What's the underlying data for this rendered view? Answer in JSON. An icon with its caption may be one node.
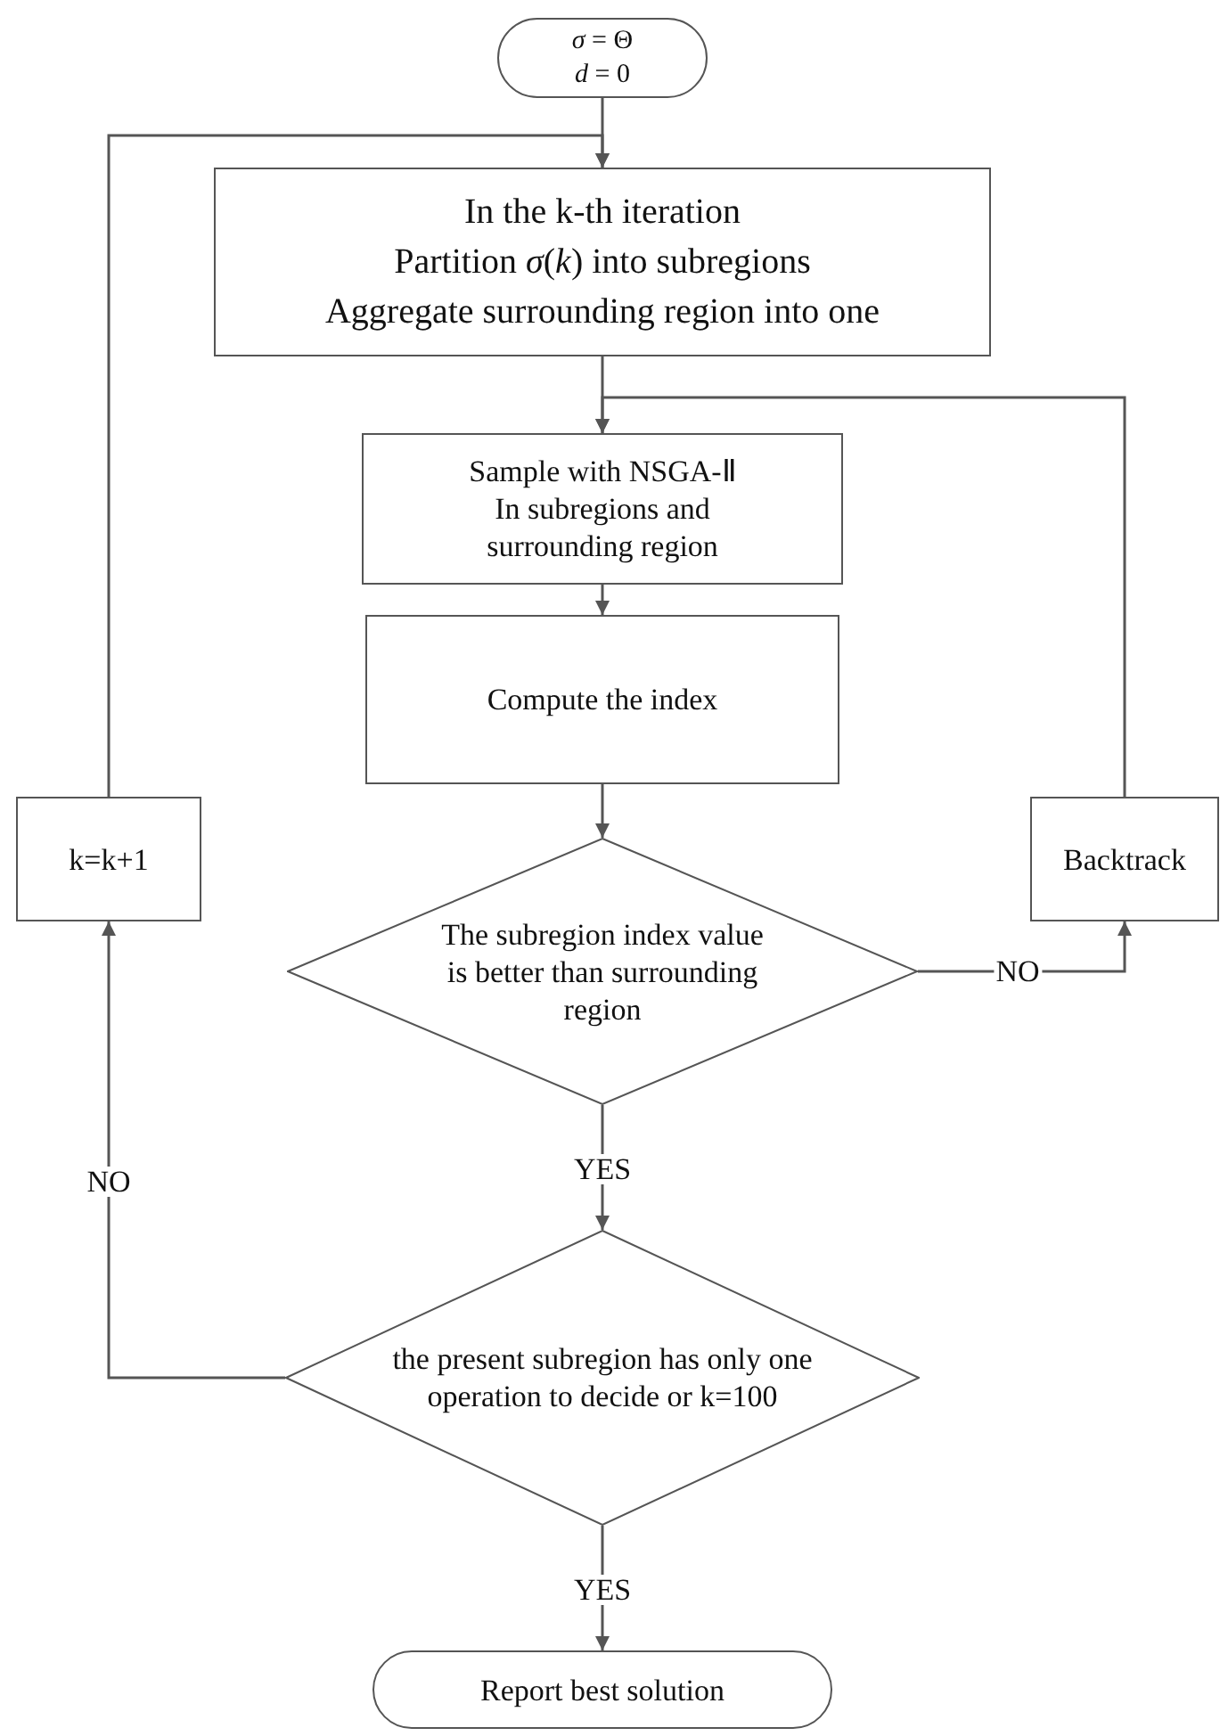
{
  "diagram": {
    "nodes": [
      {
        "text": [
          "*σ* = Θ",
          "*d* = 0"
        ]
      },
      {
        "text": [
          "In the k-th iteration",
          "Partition *σ*(*k*) into subregions",
          "Aggregate surrounding region into one"
        ]
      },
      {
        "text": [
          "Sample with NSGA-Ⅱ",
          "In subregions and surrounding region"
        ]
      },
      {
        "text": [
          "Compute the index"
        ]
      },
      {
        "text": [
          "The subregion index value is better than surrounding region"
        ]
      },
      {
        "text": [
          "Backtrack"
        ]
      },
      {
        "text": [
          "the present subregion has only one operation to decide or k=100"
        ]
      },
      {
        "text": [
          "k=k+1"
        ]
      },
      {
        "text": [
          "Report best solution"
        ]
      }
    ],
    "edges": [
      {
        "from": 0,
        "to": 1,
        "arrow": "to"
      },
      {
        "from": 1,
        "to": 2,
        "arrow": "to"
      },
      {
        "from": 2,
        "to": 3,
        "arrow": "to"
      },
      {
        "from": 3,
        "to": 4,
        "arrow": "to"
      },
      {
        "from": 4,
        "to": 5,
        "arrow": "to",
        "label": "NO"
      },
      {
        "from": 5,
        "to": 2,
        "arrow": "to"
      },
      {
        "from": 4,
        "to": 6,
        "arrow": "to",
        "label": "YES"
      },
      {
        "from": 6,
        "to": 7,
        "arrow": "to",
        "label": "NO"
      },
      {
        "from": 7,
        "to": 1,
        "arrow": "to"
      },
      {
        "from": 6,
        "to": 8,
        "arrow": "to",
        "label": "YES"
      }
    ]
  }
}
